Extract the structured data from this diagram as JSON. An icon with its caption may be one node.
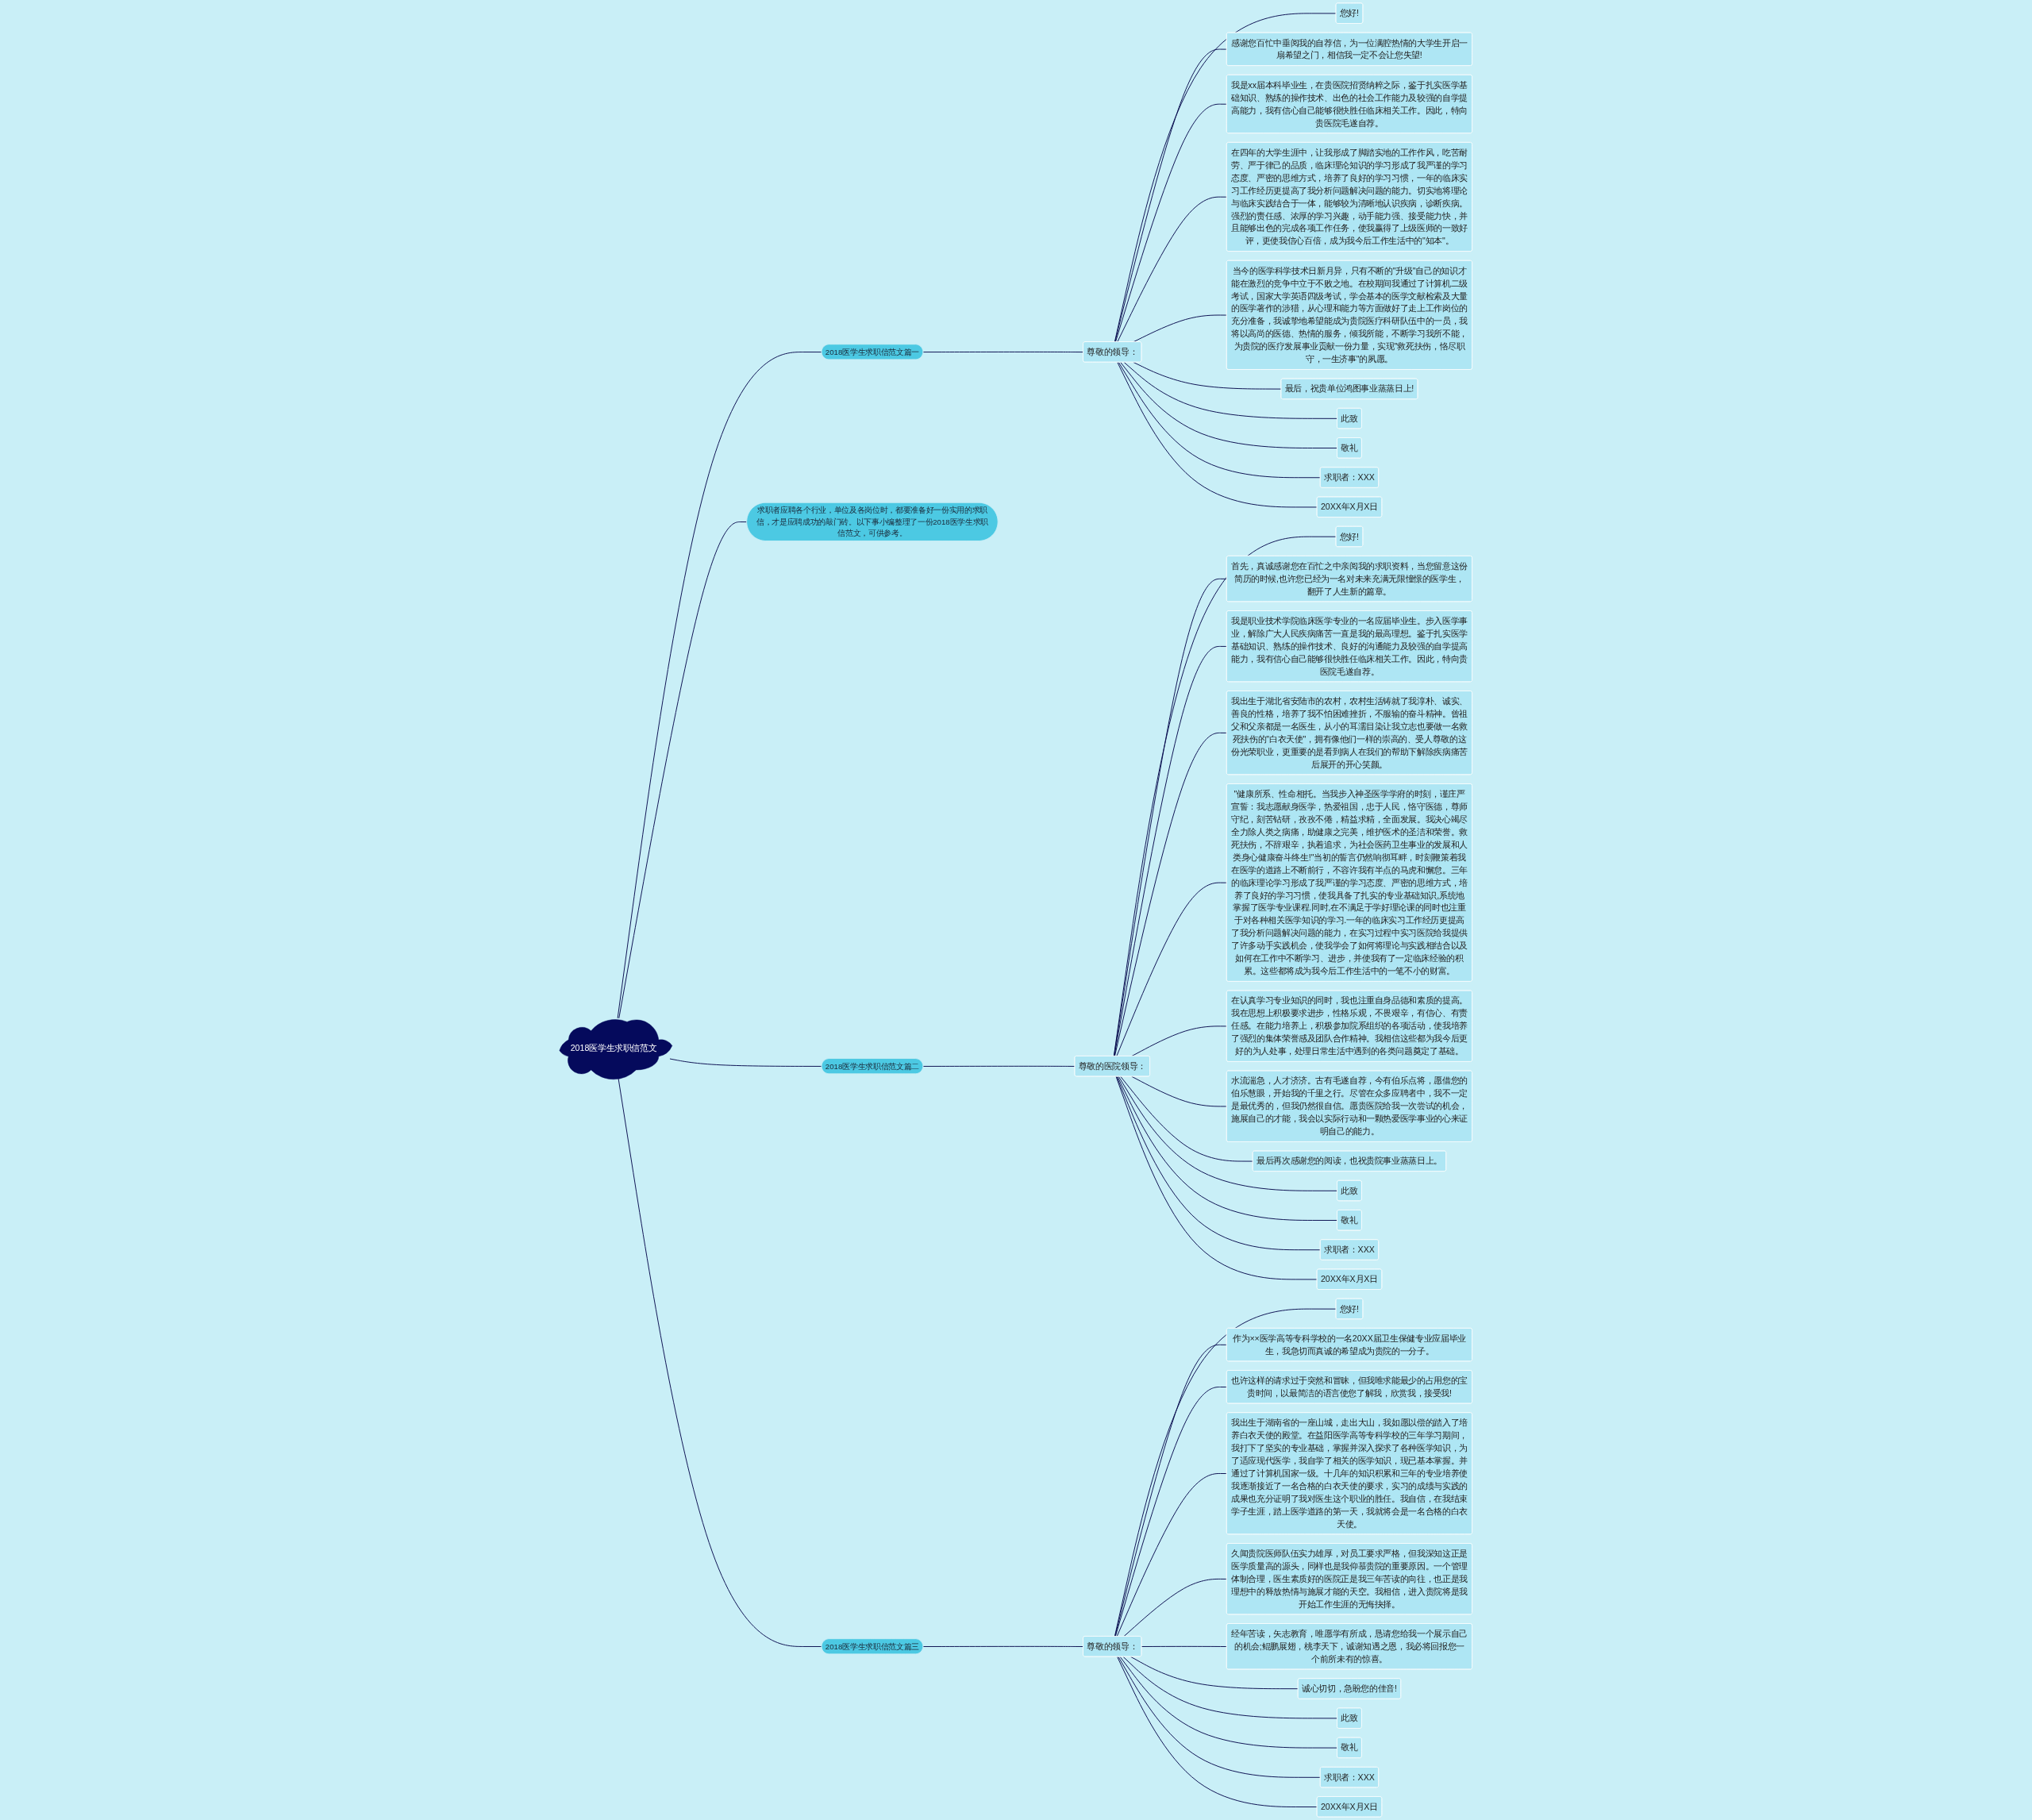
{
  "diagram": {
    "nodes": [
      {
        "text": [
          "2018医学生求职信范文"
        ]
      },
      {
        "text": [
          "2018医学生求职信范文篇一"
        ]
      },
      {
        "text": [
          "尊敬的领导："
        ]
      },
      {
        "text": [
          "您好!"
        ]
      },
      {
        "text": [
          "感谢您百忙中垂阅我的自荐信，为一位满腔热情的大学生开启一扇希望之门，相信我一定不会让您失望!"
        ]
      },
      {
        "text": [
          "我是xx届本科毕业生，在贵医院招贤纳粹之际，鉴于扎实医学基础知识、熟练的操作技术、出色的社会工作能力及较强的自学提高能力，我有信心自己能够很快胜任临床相关工作。因此，特向贵医院毛遂自荐。"
        ]
      },
      {
        "text": [
          "在四年的大学生涯中，让我形成了脚踏实地的工作作风，吃苦耐劳、严于律己的品质，临床理论知识的学习形成了我严谨的学习态度、严密的思维方式，培养了良好的学习习惯，一年的临床实习工作经历更提高了我分析问题解决问题的能力。切实地将理论与临床实践结合于一体，能够较为清晰地认识疾病，诊断疾病。强烈的责任感、浓厚的学习兴趣，动手能力强、接受能力快，并且能够出色的完成各项工作任务，使我赢得了上级医师的一致好评，更使我信心百倍，成为我今后工作生活中的\"知本\"。"
        ]
      },
      {
        "text": [
          "当今的医学科学技术日新月异，只有不断的\"升级\"自己的知识才能在激烈的竞争中立于不败之地。在校期间我通过了计算机二级考试，国家大学英语四级考试，学会基本的医学文献检索及大量的医学著作的涉猎，从心理和能力等方面做好了走上工作岗位的充分准备，我诚挚地希望能成为贵院医疗科研队伍中的一员，我将以高尚的医德、热情的服务，倾我所能，不断学习我所不能，为贵院的医疗发展事业贡献一份力量，实现\"救死扶伤，恪尽职守，一生济事\"的夙愿。"
        ]
      },
      {
        "text": [
          "最后，祝贵单位鸿图事业蒸蒸日上!"
        ]
      },
      {
        "text": [
          "此致"
        ]
      },
      {
        "text": [
          "敬礼"
        ]
      },
      {
        "text": [
          "求职者：XXX"
        ]
      },
      {
        "text": [
          "20XX年X月X日"
        ]
      },
      {
        "text": [
          "求职者应聘各个行业，单位及各岗位时，都要准备好一份实用的求职信，才是应聘成功的敲门砖。以下事小编整理了一份2018医学生求职信范文，可供参考。"
        ]
      },
      {
        "text": [
          "2018医学生求职信范文篇二"
        ]
      },
      {
        "text": [
          "尊敬的医院领导："
        ]
      },
      {
        "text": [
          "您好!"
        ]
      },
      {
        "text": [
          "首先，真诚感谢您在百忙之中亲阅我的求职资料，当您留意这份简历的时候,也许您已经为一名对未来充满无限憧憬的医学生，翻开了人生新的篇章。"
        ]
      },
      {
        "text": [
          "我是职业技术学院临床医学专业的一名应届毕业生。步入医学事业，解除广大人民疾病痛苦一直是我的最高理想。鉴于扎实医学基础知识、熟练的操作技术、良好的沟通能力及较强的自学提高能力，我有信心自己能够很快胜任临床相关工作。因此，特向贵医院毛遂自荐。"
        ]
      },
      {
        "text": [
          "我出生于湖北省安陆市的农村，农村生活铸就了我淳朴、诚实、善良的性格，培养了我不怕困难挫折，不服输的奋斗精神。曾祖父和父亲都是一名医生，从小的耳濡目染让我立志也要做一名救死扶伤的\"白衣天使\"，拥有像他们一样的崇高的、受人尊敬的这份光荣职业，更重要的是看到病人在我们的帮助下解除疾病痛苦后展开的开心笑颜。"
        ]
      },
      {
        "text": [
          "\"健康所系、性命相托。当我步入神圣医学学府的时刻，谨庄严宣誓：我志愿献身医学，热爱祖国，忠于人民，恪守医德，尊师守纪，刻苦钻研，孜孜不倦，精益求精，全面发展。我决心竭尽全力除人类之病痛，助健康之完美，维护医术的圣洁和荣誉。救死扶伤，不辞艰辛，执着追求，为社会医药卫生事业的发展和人类身心健康奋斗终生!\"当初的誓言仍然响彻耳畔，时刻鞭策着我在医学的道路上不断前行，不容许我有半点的马虎和懈怠。三年的临床理论学习形成了我严谨的学习态度、严密的思维方式，培养了良好的学习习惯，使我具备了扎实的专业基础知识,系统地掌握了医学专业课程.同时,在不满足于学好理论课的同时也注重于对各种相关医学知识的学习.一年的临床实习工作经历更提高了我分析问题解决问题的能力，在实习过程中实习医院给我提供了许多动手实践机会，使我学会了如何将理论与实践相结合以及如何在工作中不断学习、进步，并使我有了一定临床经验的积累。这些都将成为我今后工作生活中的一笔不小的财富。"
        ]
      },
      {
        "text": [
          "在认真学习专业知识的同时，我也注重自身品德和素质的提高。我在思想上积极要求进步，性格乐观，不畏艰辛，有信心、有责任感。在能力培养上，积极参加院系组织的各项活动，使我培养了强烈的集体荣誉感及团队合作精神。我相信这些都为我今后更好的为人处事，处理日常生活中遇到的各类问题奠定了基础。"
        ]
      },
      {
        "text": [
          "水流湍急，人才济济。古有毛遂自荐，今有伯乐点将，愿借您的伯乐慧眼，开始我的千里之行。尽管在众多应聘者中，我不一定是最优秀的，但我仍然很自信。愿贵医院给我一次尝试的机会，施展自己的才能，我会以实际行动和一颗热爱医学事业的心来证明自己的能力。"
        ]
      },
      {
        "text": [
          "最后再次感谢您的阅读，也祝贵院事业蒸蒸日上。"
        ]
      },
      {
        "text": [
          "此致"
        ]
      },
      {
        "text": [
          "敬礼"
        ]
      },
      {
        "text": [
          "求职者：XXX"
        ]
      },
      {
        "text": [
          "20XX年X月X日"
        ]
      },
      {
        "text": [
          "2018医学生求职信范文篇三"
        ]
      },
      {
        "text": [
          "尊敬的领导："
        ]
      },
      {
        "text": [
          "您好!"
        ]
      },
      {
        "text": [
          "作为××医学高等专科学校的一名20XX届卫生保健专业应届毕业生，我急切而真诚的希望成为贵院的一分子。"
        ]
      },
      {
        "text": [
          "也许这样的请求过于突然和冒昧，但我唯求能最少的占用您的宝贵时间，以最简洁的语言使您了解我，欣赏我，接受我!"
        ]
      },
      {
        "text": [
          "我出生于湖南省的一座山城，走出大山，我如愿以偿的踏入了培养白衣天使的殿堂。在益阳医学高等专科学校的三年学习期间，我打下了坚实的专业基础，掌握并深入探求了各种医学知识，为了适应现代医学，我自学了相关的医学知识，现已基本掌握。并通过了计算机国家一级。十几年的知识积累和三年的专业培养使我逐渐接近了一名合格的白衣天使的要求，实习的成绩与实践的成果也充分证明了我对医生这个职业的胜任。我自信，在我结束学子生涯，踏上医学道路的第一天，我就将会是一名合格的白衣天使。"
        ]
      },
      {
        "text": [
          "久闻贵院医师队伍实力雄厚，对员工要求严格，但我深知这正是医学质量高的源头，同样也是我仰慕贵院的重要原因。一个管理体制合理，医生素质好的医院正是我三年苦读的向往，也正是我理想中的释放热情与施展才能的天空。我相信，进入贵院将是我开始工作生涯的无悔抉择。"
        ]
      },
      {
        "text": [
          "经年苦读，矢志教育，唯愿学有所成，恳请您给我一个展示自己的机会;鲲鹏展翅，桃李天下，诚谢知遇之恩，我必将回报您一个前所未有的惊喜。"
        ]
      },
      {
        "text": [
          "诚心切切，急盼您的佳音!"
        ]
      },
      {
        "text": [
          "此致"
        ]
      },
      {
        "text": [
          "敬礼"
        ]
      },
      {
        "text": [
          "求职者：XXX"
        ]
      },
      {
        "text": [
          "20XX年X月X日"
        ]
      }
    ],
    "edges": [
      {
        "from": 0,
        "to": 1,
        "arrow": "none"
      },
      {
        "from": 1,
        "to": 2,
        "arrow": "none"
      },
      {
        "from": 2,
        "to": 3,
        "arrow": "none"
      },
      {
        "from": 2,
        "to": 4,
        "arrow": "none"
      },
      {
        "from": 2,
        "to": 5,
        "arrow": "none"
      },
      {
        "from": 2,
        "to": 6,
        "arrow": "none"
      },
      {
        "from": 2,
        "to": 7,
        "arrow": "none"
      },
      {
        "from": 2,
        "to": 8,
        "arrow": "none"
      },
      {
        "from": 2,
        "to": 9,
        "arrow": "none"
      },
      {
        "from": 2,
        "to": 10,
        "arrow": "none"
      },
      {
        "from": 2,
        "to": 11,
        "arrow": "none"
      },
      {
        "from": 2,
        "to": 12,
        "arrow": "none"
      },
      {
        "from": 0,
        "to": 13,
        "arrow": "none"
      },
      {
        "from": 0,
        "to": 14,
        "arrow": "none"
      },
      {
        "from": 14,
        "to": 15,
        "arrow": "none"
      },
      {
        "from": 15,
        "to": 16,
        "arrow": "none"
      },
      {
        "from": 15,
        "to": 17,
        "arrow": "none"
      },
      {
        "from": 15,
        "to": 18,
        "arrow": "none"
      },
      {
        "from": 15,
        "to": 19,
        "arrow": "none"
      },
      {
        "from": 15,
        "to": 20,
        "arrow": "none"
      },
      {
        "from": 15,
        "to": 21,
        "arrow": "none"
      },
      {
        "from": 15,
        "to": 22,
        "arrow": "none"
      },
      {
        "from": 15,
        "to": 23,
        "arrow": "none"
      },
      {
        "from": 15,
        "to": 24,
        "arrow": "none"
      },
      {
        "from": 15,
        "to": 25,
        "arrow": "none"
      },
      {
        "from": 15,
        "to": 26,
        "arrow": "none"
      },
      {
        "from": 15,
        "to": 27,
        "arrow": "none"
      },
      {
        "from": 0,
        "to": 28,
        "arrow": "none"
      },
      {
        "from": 28,
        "to": 29,
        "arrow": "none"
      },
      {
        "from": 29,
        "to": 30,
        "arrow": "none"
      },
      {
        "from": 29,
        "to": 31,
        "arrow": "none"
      },
      {
        "from": 29,
        "to": 32,
        "arrow": "none"
      },
      {
        "from": 29,
        "to": 33,
        "arrow": "none"
      },
      {
        "from": 29,
        "to": 34,
        "arrow": "none"
      },
      {
        "from": 29,
        "to": 35,
        "arrow": "none"
      },
      {
        "from": 29,
        "to": 36,
        "arrow": "none"
      },
      {
        "from": 29,
        "to": 37,
        "arrow": "none"
      },
      {
        "from": 29,
        "to": 38,
        "arrow": "none"
      },
      {
        "from": 29,
        "to": 39,
        "arrow": "none"
      },
      {
        "from": 29,
        "to": 40,
        "arrow": "none"
      }
    ]
  }
}
